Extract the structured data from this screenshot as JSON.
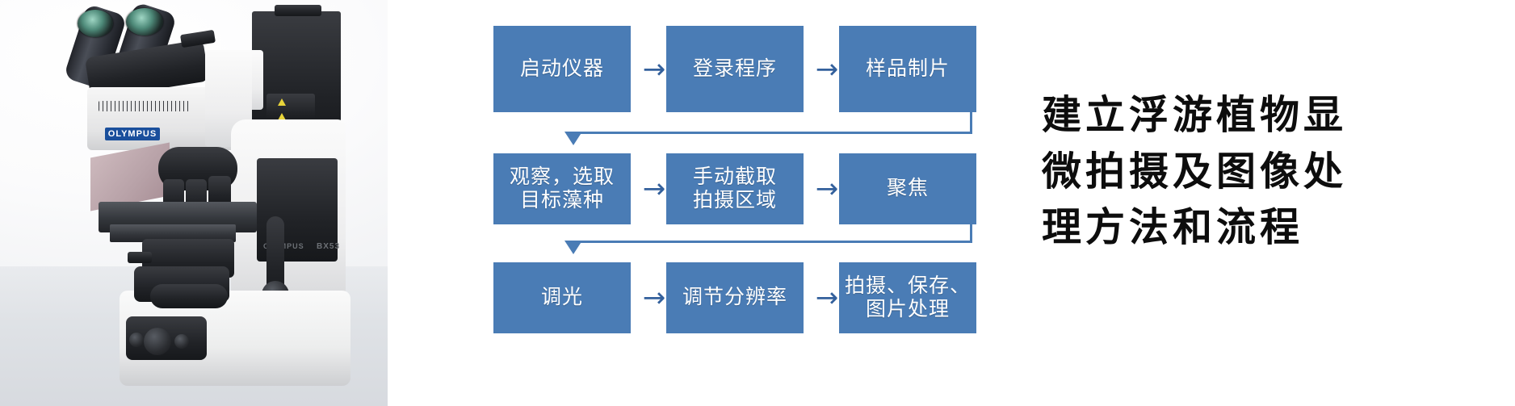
{
  "slide": {
    "background_color": "#ffffff",
    "accent_color": "#4a7cb5",
    "arrow_color": "#33609c",
    "text_color": "#ffffff"
  },
  "photo": {
    "alt": "Olympus BX53 upright fluorescence microscope on a bench",
    "brand_label": "OLYMPUS",
    "body_brand_label": "OLYMPUS",
    "model_label": "BX53"
  },
  "flowchart": {
    "type": "diagram",
    "direction": "serpentine-left-to-right",
    "rows": [
      {
        "row_index": 1,
        "steps": [
          {
            "id": "step1",
            "label": "启动仪器",
            "lines": [
              "启动仪器"
            ]
          },
          {
            "id": "step2",
            "label": "登录程序",
            "lines": [
              "登录程序"
            ]
          },
          {
            "id": "step3",
            "label": "样品制片",
            "lines": [
              "样品制片"
            ]
          }
        ],
        "connectors": [
          "→",
          "→"
        ]
      },
      {
        "row_index": 2,
        "steps": [
          {
            "id": "step4",
            "label": "观察，选取目标藻种",
            "lines": [
              "观察，选取",
              "目标藻种"
            ]
          },
          {
            "id": "step5",
            "label": "手动截取拍摄区域",
            "lines": [
              "手动截取",
              "拍摄区域"
            ]
          },
          {
            "id": "step6",
            "label": "聚焦",
            "lines": [
              "聚焦"
            ]
          }
        ],
        "connectors": [
          "→",
          "→"
        ]
      },
      {
        "row_index": 3,
        "steps": [
          {
            "id": "step7",
            "label": "调光",
            "lines": [
              "调光"
            ]
          },
          {
            "id": "step8",
            "label": "调节分辨率",
            "lines": [
              "调节分辨率"
            ]
          },
          {
            "id": "step9",
            "label": "拍摄、保存、图片处理",
            "lines": [
              "拍摄、保存、",
              "图片处理"
            ]
          }
        ],
        "connectors": [
          "→",
          "→"
        ]
      }
    ],
    "wrap_connectors": [
      {
        "id": "wrap1",
        "from": "step3",
        "to": "step4",
        "shape": "elbow-down-left-arrowhead-down"
      },
      {
        "id": "wrap2",
        "from": "step6",
        "to": "step7",
        "shape": "elbow-down-left-arrowhead-down"
      }
    ]
  },
  "title": {
    "full_text": "建立浮游植物显微拍摄及图像处理方法和流程",
    "lines": [
      "建立浮游植物显",
      "微拍摄及图像处",
      "理方法和流程"
    ]
  }
}
